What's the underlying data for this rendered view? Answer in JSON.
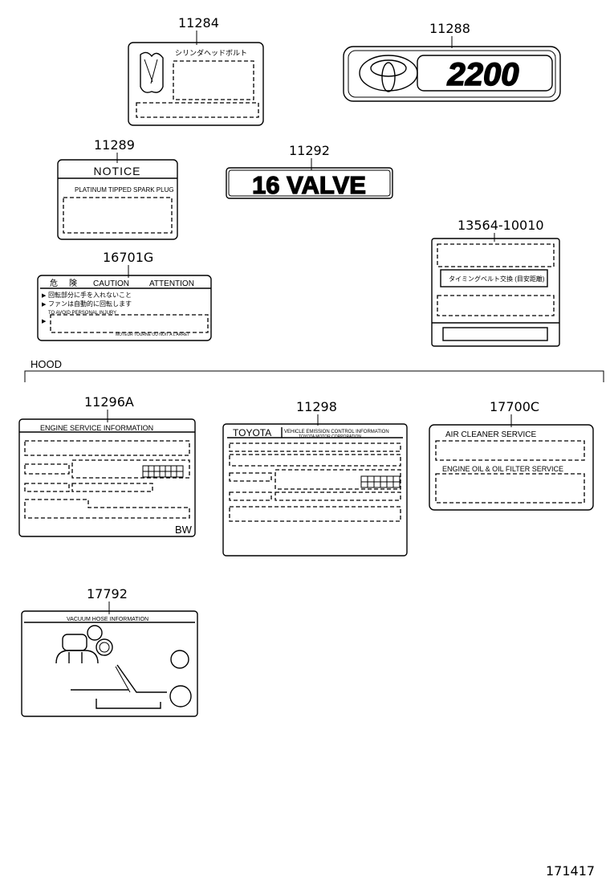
{
  "part_numbers": {
    "p11284": "11284",
    "p11288": "11288",
    "p11289": "11289",
    "p11292": "11292",
    "p16701G": "16701G",
    "p13564": "13564-10010",
    "p11296A": "11296A",
    "p11298": "11298",
    "p17700C": "17700C",
    "p17792": "17792"
  },
  "section_label": "HOOD",
  "diagram_id": "171417",
  "labels": {
    "l11284_jp": "シリンダヘッドボルト",
    "l11288_badge": "2200",
    "l11289_title": "NOTICE",
    "l11289_line": "PLATINUM TIPPED SPARK PLUG",
    "l11292_badge": "16 VALVE",
    "l16701_header_a": "危",
    "l16701_header_b": "険",
    "l16701_header_c": "CAUTION",
    "l16701_header_d": "ATTENTION",
    "l16701_jp1": "回転部分に手を入れないこと",
    "l16701_jp2": "ファンは自動的に回転します",
    "l16701_en": "TO AVOID PERSONAL INJURY",
    "l16701_fr": "MOTEUR TOURNE OU NOIT A L'ARRET",
    "l13564_jp": "タイミングベルト交換 (目安距離)",
    "l11296_title": "ENGINE SERVICE INFORMATION",
    "l11296_bw": "BW",
    "l11298_brand": "TOYOTA",
    "l11298_title": "VEHICLE EMISSION CONTROL INFORMATION",
    "l11298_sub": "TOYOTA MOTOR CORPORATION",
    "l17700_a": "AIR  CLEANER  SERVICE",
    "l17700_b": "ENGINE OIL & OIL FILTER SERVICE",
    "l17792_title": "VACUUM HOSE INFORMATION"
  }
}
